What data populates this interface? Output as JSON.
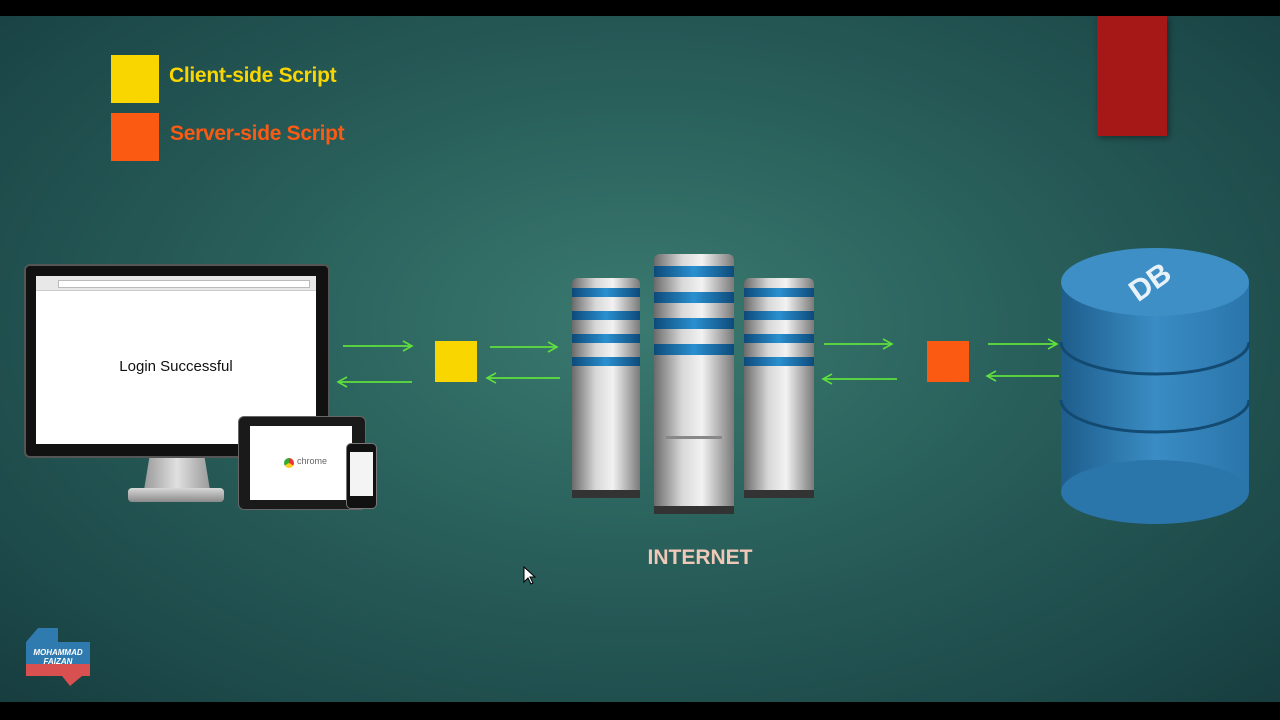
{
  "legend": {
    "client": {
      "label": "Client-side Script",
      "color": "#f9d600"
    },
    "server": {
      "label": "Server-side Script",
      "color": "#fb5a12"
    }
  },
  "client_device": {
    "screen_text": "Login Successful",
    "browser_name": "chrome"
  },
  "servers": {
    "label": "INTERNET"
  },
  "database": {
    "label": "DB",
    "color": "#2f7bb0"
  },
  "watermark": {
    "line1": "MOHAMMAD",
    "line2": "FAIZAN"
  },
  "colors": {
    "background": "#2a615c",
    "arrow": "#5fe03c",
    "accent_block": "#a61818",
    "internet_label": "#f0c8b8"
  }
}
